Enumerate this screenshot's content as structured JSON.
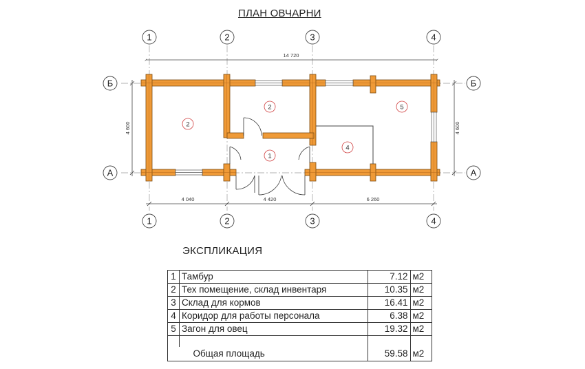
{
  "plan": {
    "title": "ПЛАН ОВЧАРНИ",
    "grid_axes": {
      "columns": [
        "1",
        "2",
        "3",
        "4"
      ],
      "rows": [
        "Б",
        "А"
      ]
    },
    "dimensions": {
      "overall": "14 720",
      "left_height": "4 600",
      "right_height": "4 600",
      "bottom": [
        "4 040",
        "4 420",
        "6 260"
      ]
    },
    "room_markers": [
      "2",
      "2",
      "1",
      "4",
      "5"
    ],
    "colors": {
      "log_wall": "#ef9a37",
      "log_outline": "#7a4a10",
      "axis_line": "#888888",
      "marker_red": "#d04040"
    }
  },
  "explication": {
    "title": "ЭКСПЛИКАЦИЯ",
    "rows": [
      {
        "num": "1",
        "name": "Тамбур",
        "area": "7.12",
        "unit": "м2"
      },
      {
        "num": "2",
        "name": "Тех помещение, склад инвентаря",
        "area": "10.35",
        "unit": "м2"
      },
      {
        "num": "3",
        "name": "Склад для кормов",
        "area": "16.41",
        "unit": "м2"
      },
      {
        "num": "4",
        "name": "Коридор для работы персонала",
        "area": "6.38",
        "unit": "м2"
      },
      {
        "num": "5",
        "name": "Загон для овец",
        "area": "19.32",
        "unit": "м2"
      }
    ],
    "total": {
      "label": "Общая площадь",
      "area": "59.58",
      "unit": "м2"
    }
  }
}
